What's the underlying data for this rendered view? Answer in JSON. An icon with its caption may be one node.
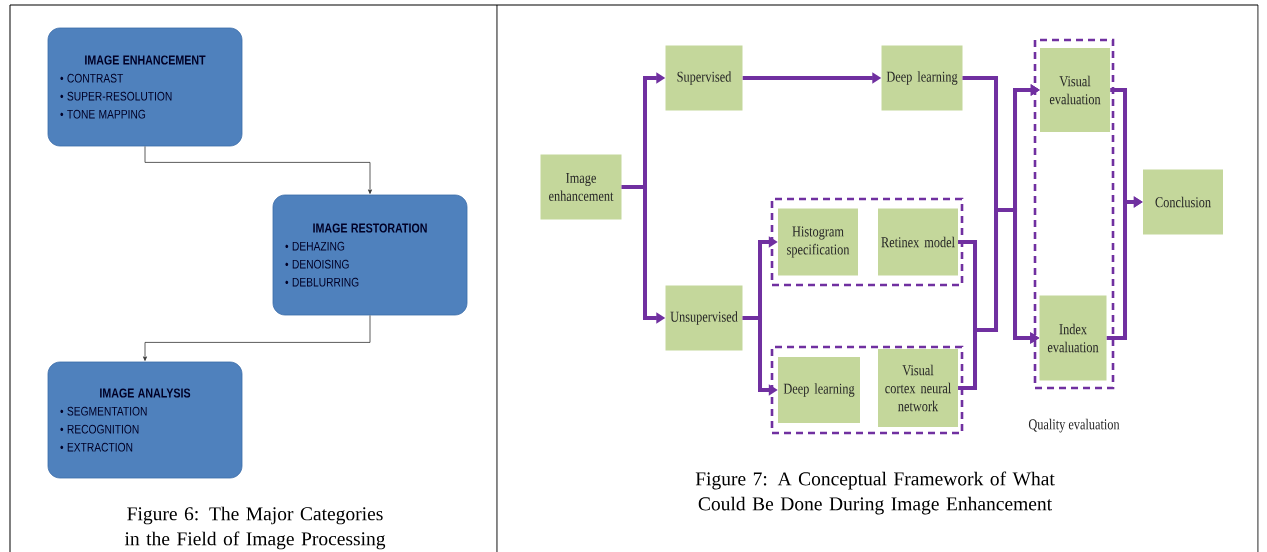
{
  "diagram": {
    "nodes": [
      {
        "text": [
          "IMAGE ENHANCEMENT",
          "• CONTRAST",
          "• SUPER-RESOLUTION",
          "• TONE MAPPING"
        ]
      },
      {
        "text": [
          "IMAGE RESTORATION",
          "• DEHAZING",
          "• DENOISING",
          "• DEBLURRING"
        ]
      },
      {
        "text": [
          "IMAGE ANALYSIS",
          "• SEGMENTATION",
          "• RECOGNITION",
          "• EXTRACTION"
        ]
      },
      {
        "text": [
          "Image enhancement"
        ]
      },
      {
        "text": [
          "Supervised"
        ]
      },
      {
        "text": [
          "Deep learning"
        ]
      },
      {
        "text": [
          "Unsupervised"
        ]
      },
      {
        "text": [],
        "shape": "box"
      },
      {
        "text": [
          "Histogram specification"
        ],
        "in": 7
      },
      {
        "text": [
          "Retinex model"
        ],
        "in": 7
      },
      {
        "text": [],
        "shape": "box"
      },
      {
        "text": [
          "Deep learning"
        ],
        "in": 10
      },
      {
        "text": [
          "Visual cortex neural network"
        ],
        "in": 10
      },
      {
        "text": [
          "Quality evaluation"
        ]
      },
      {
        "text": [
          "Visual evaluation"
        ],
        "in": 13
      },
      {
        "text": [
          "Index evaluation"
        ],
        "in": 13
      },
      {
        "text": [
          "Conclusion"
        ]
      }
    ],
    "edges": [
      {
        "from": 0,
        "to": 1,
        "arrow": "to",
        "color": "#333333"
      },
      {
        "from": 1,
        "to": 2,
        "arrow": "to",
        "color": "#333333"
      },
      {
        "from": 3,
        "to": 4,
        "arrow": "to"
      },
      {
        "from": 3,
        "to": 6,
        "arrow": "to"
      },
      {
        "from": 4,
        "to": 5,
        "arrow": "to"
      },
      {
        "from": 6,
        "to": 8,
        "arrow": "to"
      },
      {
        "from": 6,
        "to": 11,
        "arrow": "to"
      },
      {
        "from": 5,
        "to": 14,
        "arrow": "to"
      },
      {
        "from": 5,
        "to": 15,
        "arrow": "to"
      },
      {
        "from": 9,
        "to": 14,
        "arrow": "to"
      },
      {
        "from": 9,
        "to": 15,
        "arrow": "to"
      },
      {
        "from": 12,
        "to": 14,
        "arrow": "to"
      },
      {
        "from": 12,
        "to": 15,
        "arrow": "to"
      },
      {
        "from": 14,
        "to": 16,
        "arrow": "to"
      },
      {
        "from": 15,
        "to": 16,
        "arrow": "to"
      }
    ],
    "labels": [
      "Figure 6: The Major Categories in the Field of Image Processing",
      "Figure 7: A Conceptual Framework of What Could Be Done During Image Enhancement"
    ]
  }
}
